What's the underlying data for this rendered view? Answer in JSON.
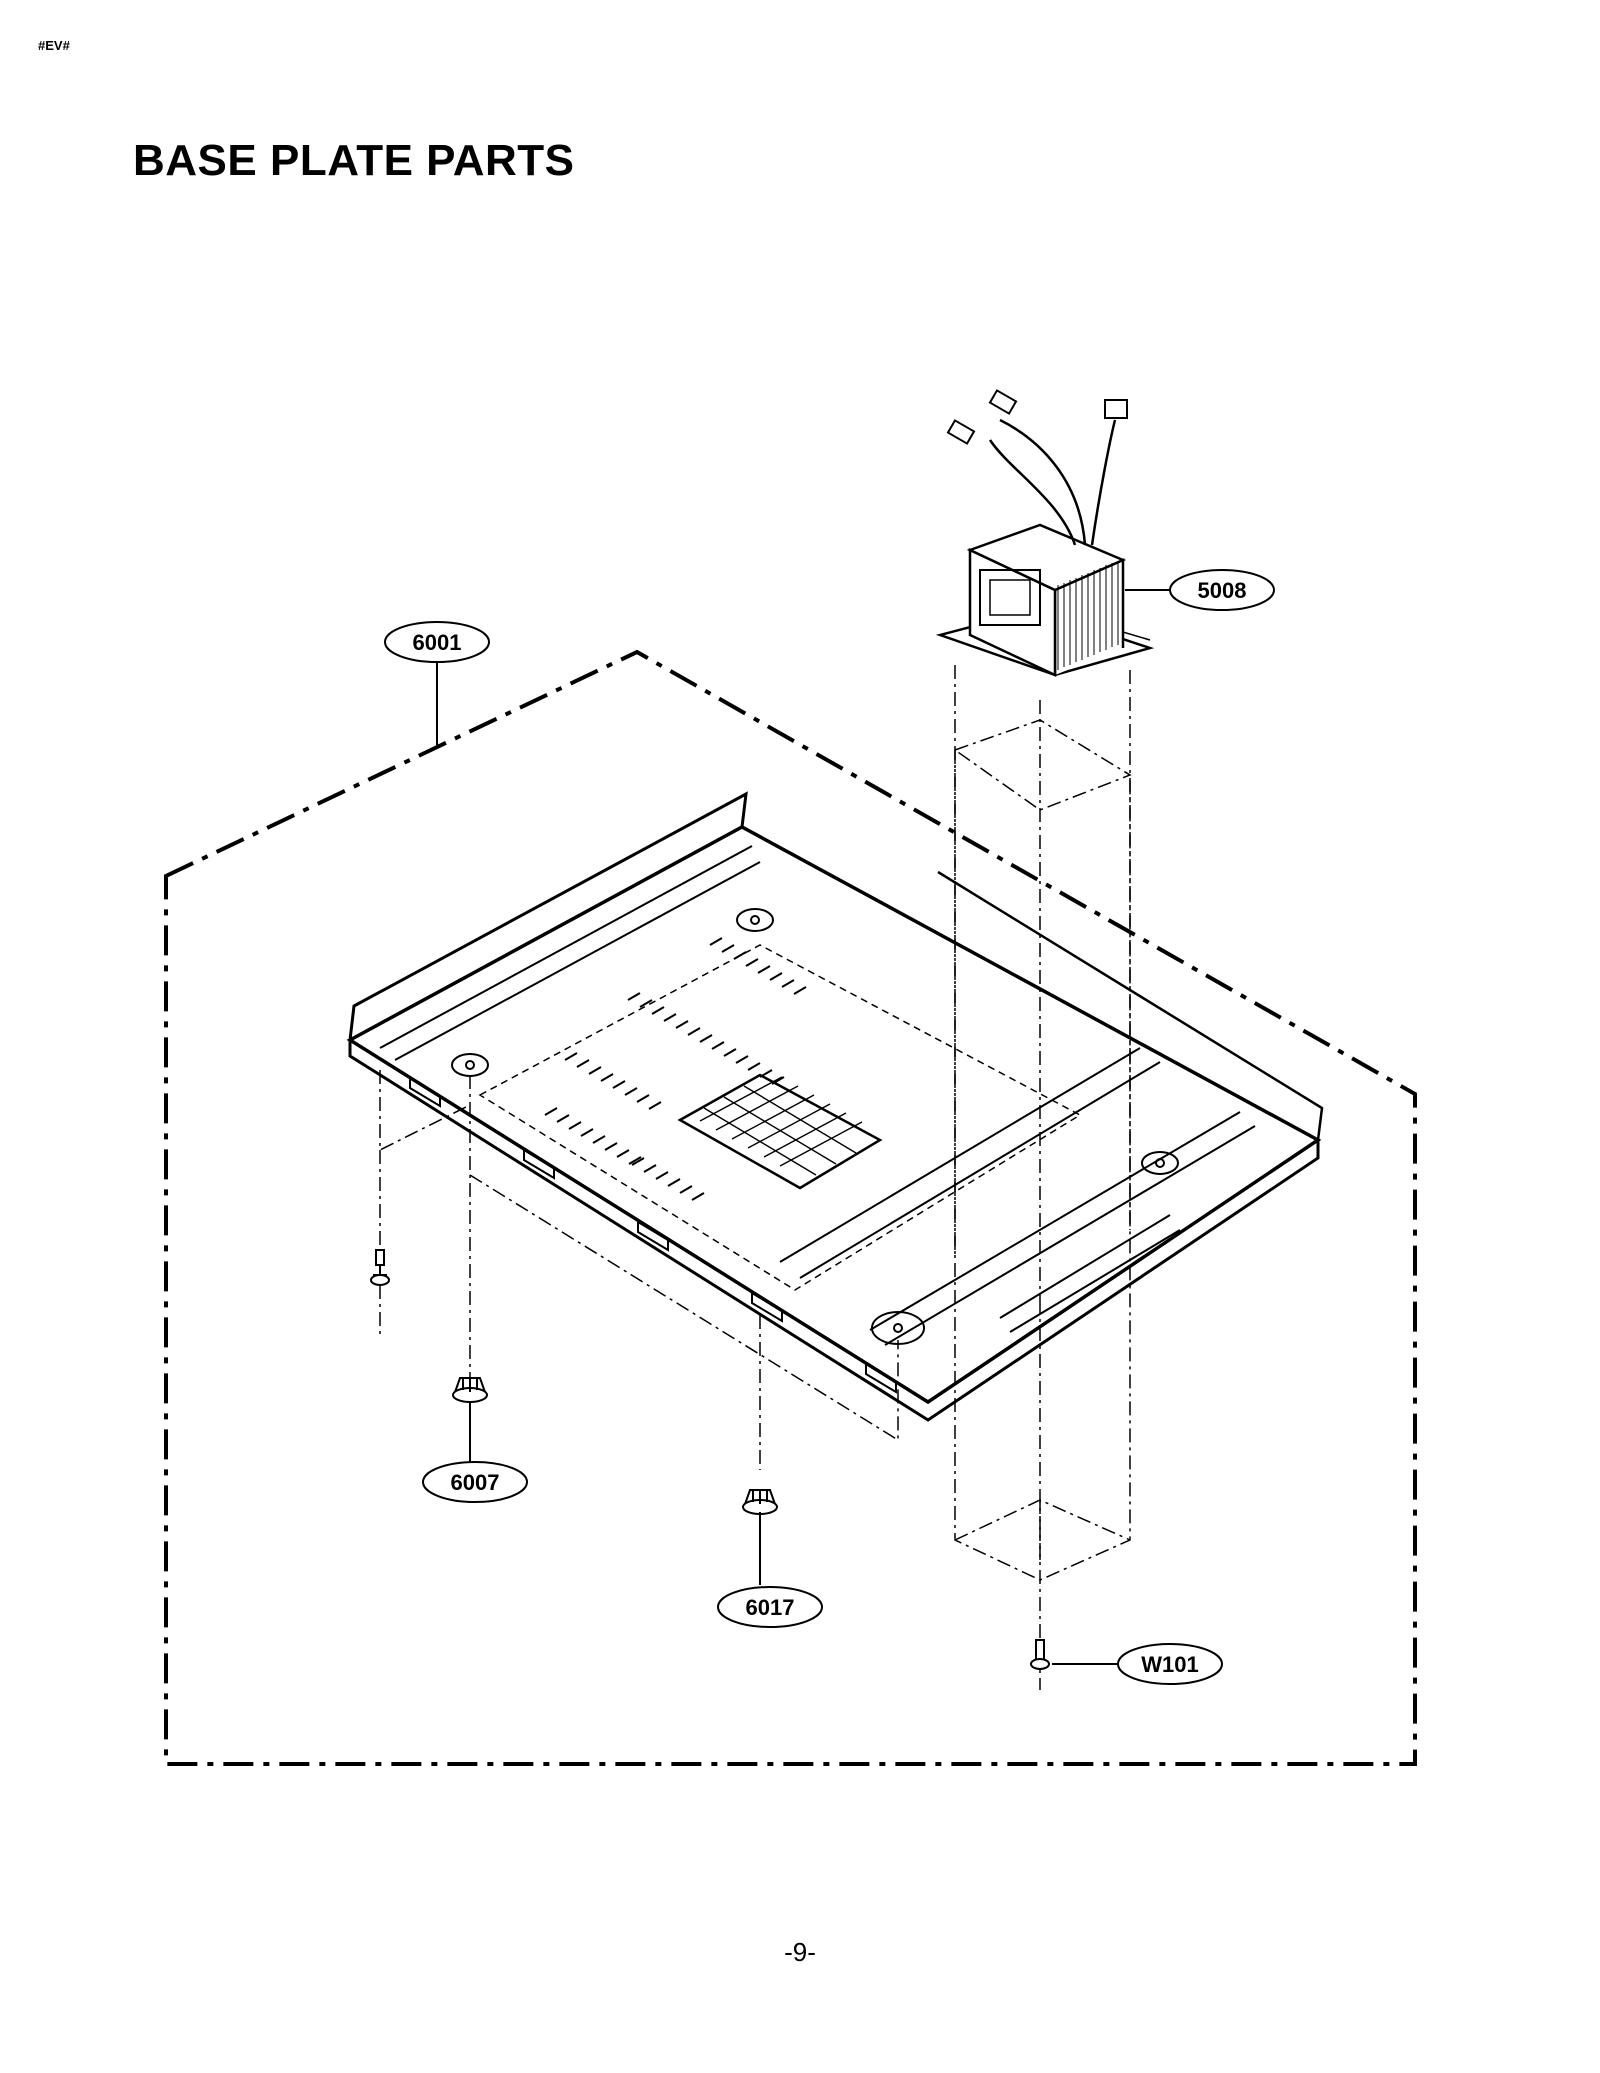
{
  "header": {
    "code": "#EV#",
    "title": "BASE PLATE PARTS"
  },
  "callouts": [
    {
      "id": "part-6001",
      "label": "6001"
    },
    {
      "id": "part-5008",
      "label": "5008"
    },
    {
      "id": "part-6007",
      "label": "6007"
    },
    {
      "id": "part-6017",
      "label": "6017"
    },
    {
      "id": "part-w101",
      "label": "W101"
    }
  ],
  "footer": {
    "page_number": "-9-"
  }
}
